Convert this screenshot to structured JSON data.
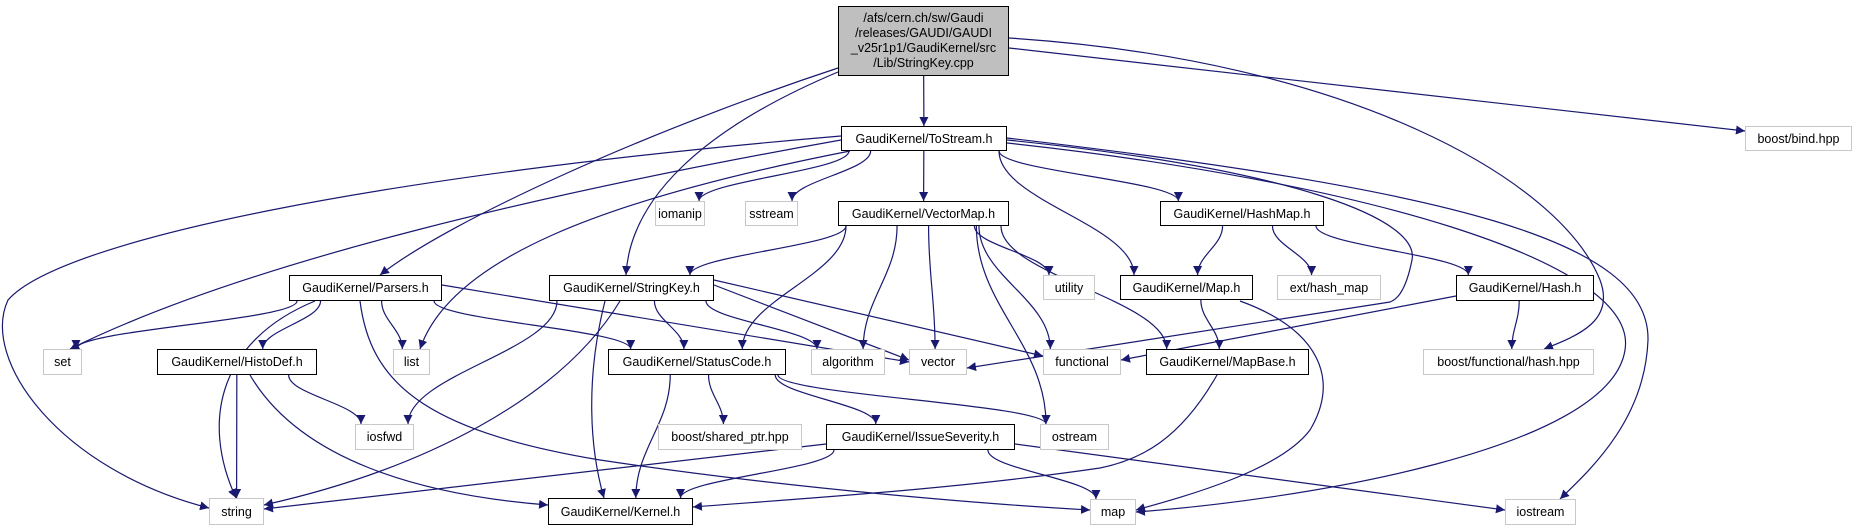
{
  "graph": {
    "edge_color": "#191970",
    "root_fill": "#bfbfbf",
    "external_border": "#c8c8c8",
    "root": {
      "id": "root",
      "lines": [
        "/afs/cern.ch/sw/Gaudi",
        "/releases/GAUDI/GAUDI",
        "_v25r1p1/GaudiKernel/src",
        "/Lib/StringKey.cpp"
      ]
    },
    "nodes": [
      {
        "id": "tostream",
        "label": "GaudiKernel/ToStream.h",
        "kind": "doc"
      },
      {
        "id": "bind",
        "label": "boost/bind.hpp",
        "kind": "ext"
      },
      {
        "id": "iomanip",
        "label": "iomanip",
        "kind": "ext"
      },
      {
        "id": "sstream",
        "label": "sstream",
        "kind": "ext"
      },
      {
        "id": "vectormap",
        "label": "GaudiKernel/VectorMap.h",
        "kind": "doc"
      },
      {
        "id": "hashmap",
        "label": "GaudiKernel/HashMap.h",
        "kind": "doc"
      },
      {
        "id": "parsers",
        "label": "GaudiKernel/Parsers.h",
        "kind": "doc"
      },
      {
        "id": "stringkey",
        "label": "GaudiKernel/StringKey.h",
        "kind": "doc"
      },
      {
        "id": "utility",
        "label": "utility",
        "kind": "ext"
      },
      {
        "id": "maph",
        "label": "GaudiKernel/Map.h",
        "kind": "doc"
      },
      {
        "id": "exthashmap",
        "label": "ext/hash_map",
        "kind": "ext"
      },
      {
        "id": "hashh",
        "label": "GaudiKernel/Hash.h",
        "kind": "doc"
      },
      {
        "id": "set",
        "label": "set",
        "kind": "ext"
      },
      {
        "id": "histodef",
        "label": "GaudiKernel/HistoDef.h",
        "kind": "doc"
      },
      {
        "id": "list",
        "label": "list",
        "kind": "ext"
      },
      {
        "id": "statuscode",
        "label": "GaudiKernel/StatusCode.h",
        "kind": "doc"
      },
      {
        "id": "algorithm",
        "label": "algorithm",
        "kind": "ext"
      },
      {
        "id": "vector",
        "label": "vector",
        "kind": "ext"
      },
      {
        "id": "functional",
        "label": "functional",
        "kind": "ext"
      },
      {
        "id": "mapbase",
        "label": "GaudiKernel/MapBase.h",
        "kind": "doc"
      },
      {
        "id": "funchash",
        "label": "boost/functional/hash.hpp",
        "kind": "ext"
      },
      {
        "id": "iosfwd",
        "label": "iosfwd",
        "kind": "ext"
      },
      {
        "id": "sharedptr",
        "label": "boost/shared_ptr.hpp",
        "kind": "ext"
      },
      {
        "id": "issueseverity",
        "label": "GaudiKernel/IssueSeverity.h",
        "kind": "doc"
      },
      {
        "id": "ostream",
        "label": "ostream",
        "kind": "ext"
      },
      {
        "id": "string",
        "label": "string",
        "kind": "ext"
      },
      {
        "id": "kernel",
        "label": "GaudiKernel/Kernel.h",
        "kind": "doc"
      },
      {
        "id": "map",
        "label": "map",
        "kind": "ext"
      },
      {
        "id": "iostream",
        "label": "iostream",
        "kind": "ext"
      }
    ],
    "edges": [
      [
        "root",
        "tostream"
      ],
      [
        "root",
        "bind"
      ],
      [
        "root",
        "parsers"
      ],
      [
        "root",
        "stringkey"
      ],
      [
        "root",
        "funchash"
      ],
      [
        "tostream",
        "string"
      ],
      [
        "tostream",
        "set"
      ],
      [
        "tostream",
        "list"
      ],
      [
        "tostream",
        "iomanip"
      ],
      [
        "tostream",
        "sstream"
      ],
      [
        "tostream",
        "vectormap"
      ],
      [
        "tostream",
        "maph"
      ],
      [
        "tostream",
        "hashmap"
      ],
      [
        "tostream",
        "vector"
      ],
      [
        "tostream",
        "map"
      ],
      [
        "tostream",
        "iostream"
      ],
      [
        "vectormap",
        "stringkey"
      ],
      [
        "vectormap",
        "statuscode"
      ],
      [
        "vectormap",
        "algorithm"
      ],
      [
        "vectormap",
        "vector"
      ],
      [
        "vectormap",
        "functional"
      ],
      [
        "vectormap",
        "ostream"
      ],
      [
        "vectormap",
        "utility"
      ],
      [
        "vectormap",
        "mapbase"
      ],
      [
        "hashmap",
        "maph"
      ],
      [
        "hashmap",
        "exthashmap"
      ],
      [
        "hashmap",
        "hashh"
      ],
      [
        "maph",
        "mapbase"
      ],
      [
        "maph",
        "map"
      ],
      [
        "hashh",
        "functional"
      ],
      [
        "hashh",
        "funchash"
      ],
      [
        "mapbase",
        "kernel"
      ],
      [
        "parsers",
        "set"
      ],
      [
        "parsers",
        "string"
      ],
      [
        "parsers",
        "histodef"
      ],
      [
        "parsers",
        "list"
      ],
      [
        "parsers",
        "statuscode"
      ],
      [
        "parsers",
        "map"
      ],
      [
        "parsers",
        "vector"
      ],
      [
        "stringkey",
        "iosfwd"
      ],
      [
        "stringkey",
        "string"
      ],
      [
        "stringkey",
        "kernel"
      ],
      [
        "stringkey",
        "statuscode"
      ],
      [
        "stringkey",
        "algorithm"
      ],
      [
        "stringkey",
        "vector"
      ],
      [
        "stringkey",
        "functional"
      ],
      [
        "histodef",
        "string"
      ],
      [
        "histodef",
        "iosfwd"
      ],
      [
        "histodef",
        "kernel"
      ],
      [
        "statuscode",
        "kernel"
      ],
      [
        "statuscode",
        "sharedptr"
      ],
      [
        "statuscode",
        "issueseverity"
      ],
      [
        "statuscode",
        "ostream"
      ],
      [
        "issueseverity",
        "string"
      ],
      [
        "issueseverity",
        "kernel"
      ],
      [
        "issueseverity",
        "map"
      ],
      [
        "issueseverity",
        "iostream"
      ]
    ]
  }
}
